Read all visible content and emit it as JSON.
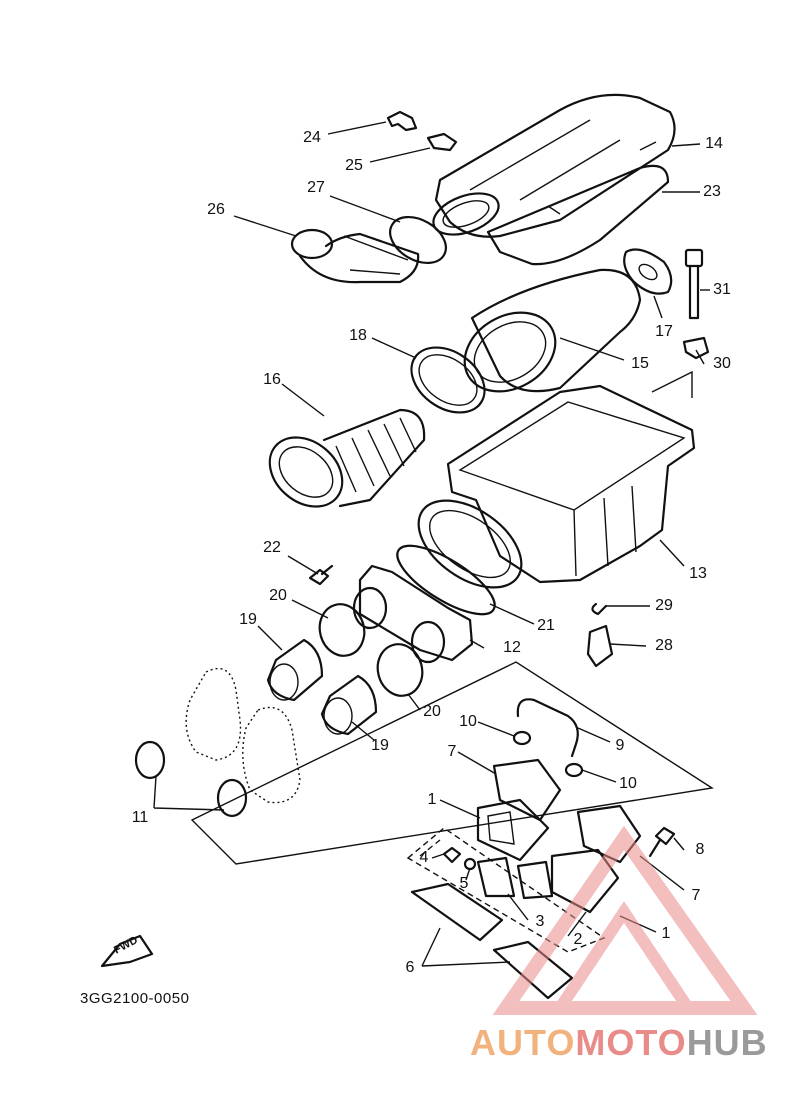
{
  "callouts": {
    "c1a": "1",
    "c1b": "1",
    "c2": "2",
    "c3": "3",
    "c4": "4",
    "c5": "5",
    "c6": "6",
    "c7a": "7",
    "c7b": "7",
    "c8": "8",
    "c9": "9",
    "c10a": "10",
    "c10b": "10",
    "c11": "11",
    "c12": "12",
    "c13": "13",
    "c14": "14",
    "c15": "15",
    "c16": "16",
    "c17": "17",
    "c18": "18",
    "c19a": "19",
    "c19b": "19",
    "c20a": "20",
    "c20b": "20",
    "c21": "21",
    "c22": "22",
    "c23": "23",
    "c24": "24",
    "c25": "25",
    "c26": "26",
    "c27": "27",
    "c28": "28",
    "c29": "29",
    "c30": "30",
    "c31": "31"
  },
  "fwd_label": "FWD",
  "diagram_code": "3GG2100-0050",
  "watermark": {
    "part1": "AUTO",
    "part2": "MOTO",
    "part3": "HUB"
  },
  "colors": {
    "line": "#111111",
    "watermark_orange": "#f2b27e",
    "watermark_red": "#e88b89",
    "watermark_gray": "#9a9a9a"
  }
}
